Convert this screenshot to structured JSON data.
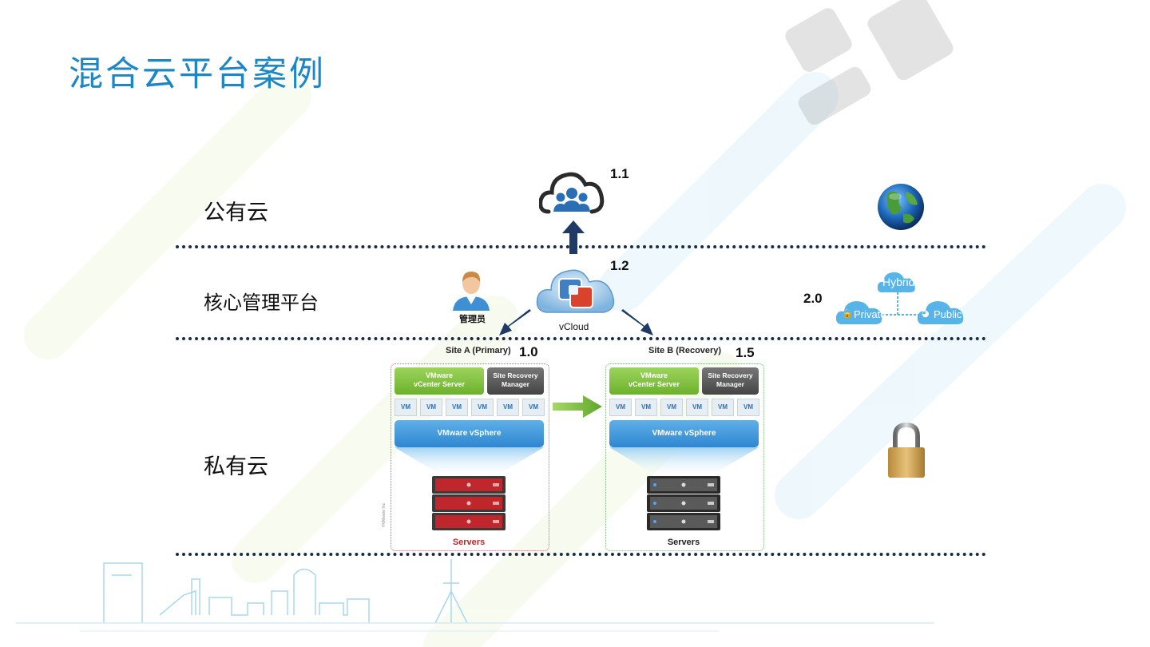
{
  "title": "混合云平台案例",
  "layers": {
    "public": "公有云",
    "core": "核心管理平台",
    "private": "私有云"
  },
  "versions": {
    "v11": "1.1",
    "v12": "1.2",
    "v10": "1.0",
    "v15": "1.5",
    "v20": "2.0"
  },
  "core": {
    "admin_label": "管理员",
    "vcloud_label": "vCloud"
  },
  "hybrid": {
    "hybrid": "Hybrid",
    "private": "Private",
    "public": "Public"
  },
  "siteA": {
    "title": "Site A (Primary)",
    "vcenter_line1": "VMware",
    "vcenter_line2": "vCenter Server",
    "srm_line1": "Site Recovery",
    "srm_line2": "Manager",
    "vms": [
      "VM",
      "VM",
      "VM",
      "VM",
      "VM",
      "VM"
    ],
    "vsphere": "VMware vSphere",
    "servers": "Servers",
    "copyright": "©VMware Inc"
  },
  "siteB": {
    "title": "Site B (Recovery)",
    "vcenter_line1": "VMware",
    "vcenter_line2": "vCenter Server",
    "srm_line1": "Site Recovery",
    "srm_line2": "Manager",
    "vms": [
      "VM",
      "VM",
      "VM",
      "VM",
      "VM",
      "VM"
    ],
    "vsphere": "VMware vSphere",
    "servers": "Servers"
  },
  "colors": {
    "title": "#1d87c5",
    "separator": "#1a2b4a",
    "arrow": "#1f3a66",
    "siteA_border": "#d9606e",
    "siteB_border": "#6db56d",
    "servers_red": "#c0272d",
    "vcenter_green": "#7cbf3a",
    "vsphere_blue": "#3a93d6"
  }
}
